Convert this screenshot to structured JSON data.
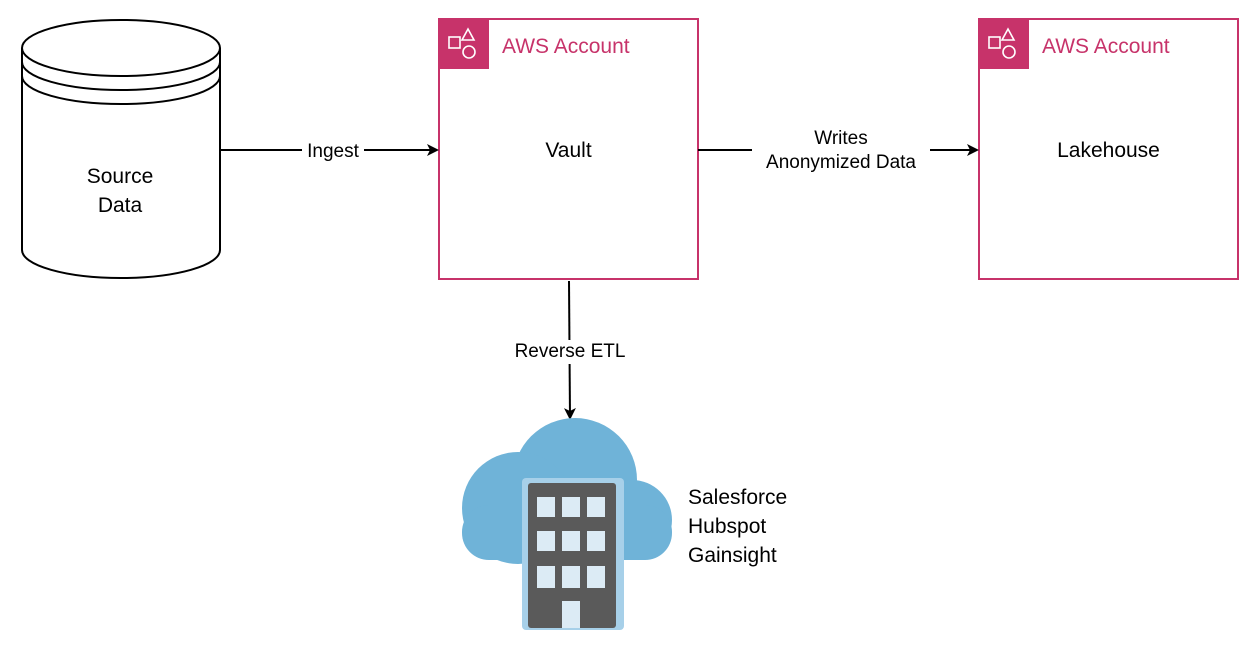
{
  "source": {
    "line1": "Source",
    "line2": "Data"
  },
  "vault": {
    "group_label": "AWS Account",
    "title": "Vault",
    "icon": "aws-account-icon"
  },
  "lakehouse": {
    "group_label": "AWS Account",
    "title": "Lakehouse",
    "icon": "aws-account-icon"
  },
  "edges": {
    "ingest": "Ingest",
    "writes_line1": "Writes",
    "writes_line2": "Anonymized Data",
    "reverse_etl": "Reverse ETL"
  },
  "saas": {
    "icon": "cloud-building-icon",
    "apps": [
      "Salesforce",
      "Hubspot",
      "Gainsight"
    ]
  },
  "colors": {
    "aws_accent": "#C7336A",
    "cloud": "#6FB3D8",
    "building": "#5A5A5A",
    "window": "#DCEBF5"
  }
}
